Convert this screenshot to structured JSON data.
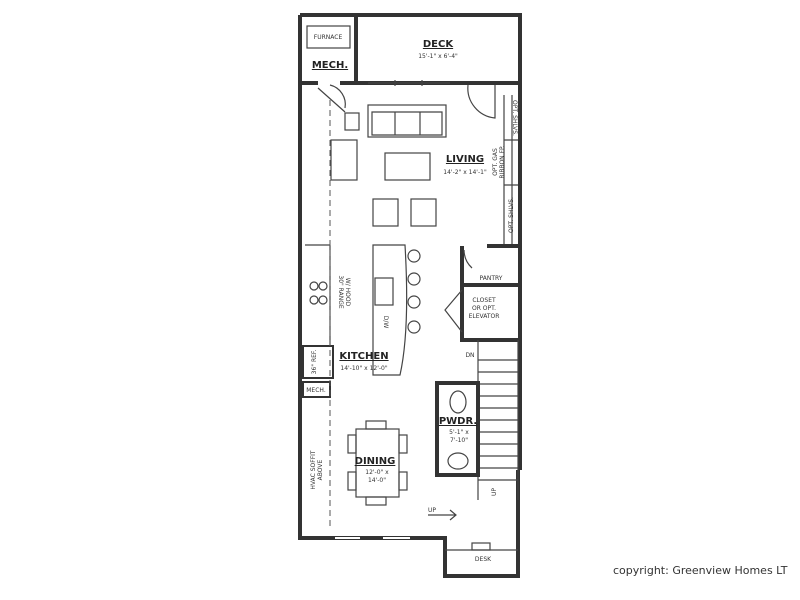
{
  "rooms": {
    "furnace": "FURNACE",
    "mech_top": "MECH.",
    "deck": "DECK",
    "deck_dims": "15'-1\" x 6'-4\"",
    "living": "LIVING",
    "living_dims": "14'-2\" x 14'-1\"",
    "opt_shlvs_top": "OPT. SHLVS.",
    "opt_fireplace_1": "OPT. GAS",
    "opt_fireplace_2": "RIBBON FP.",
    "opt_shlvs_bottom": "OPT. SHLVS.",
    "pantry": "PANTRY",
    "closet_1": "CLOSET",
    "closet_2": "OR OPT.",
    "closet_3": "ELEVATOR",
    "range_1": "30\" RANGE",
    "range_2": "W/ HOOD",
    "dw": "D/W",
    "kitchen": "KITCHEN",
    "kitchen_dims": "14'-10\" x 12'-0\"",
    "ref": "36\" REF.",
    "mech_small": "MECH.",
    "dn": "DN",
    "pwdr": "PWDR.",
    "pwdr_dims_1": "5'-1\" x",
    "pwdr_dims_2": "7'-10\"",
    "hvac_1": "HVAC SOFFIT",
    "hvac_2": "ABOVE",
    "dining": "DINING",
    "dining_dims_1": "12'-0\" x",
    "dining_dims_2": "14'-0\"",
    "up_left": "UP",
    "up_stairs": "UP",
    "desk": "DESK"
  },
  "copyright": "copyright: Greenview Homes LT"
}
